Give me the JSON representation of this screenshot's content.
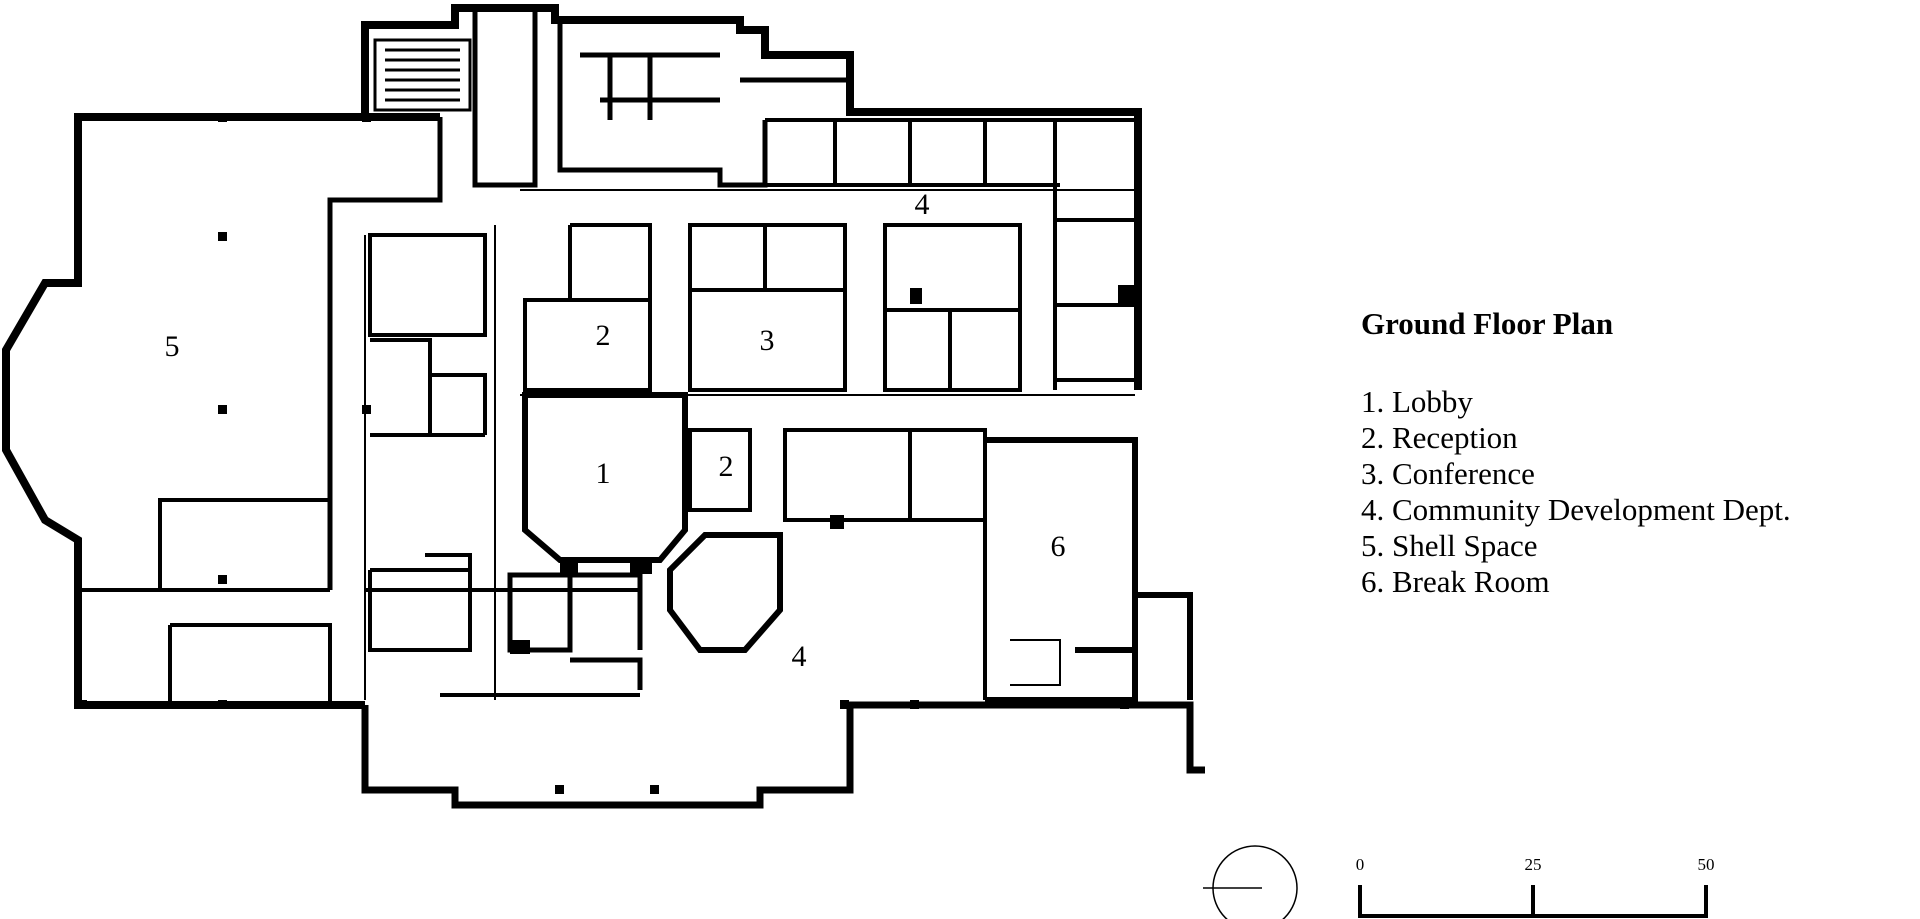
{
  "legend": {
    "title": "Ground Floor Plan",
    "items": [
      "1. Lobby",
      "2. Reception",
      "3. Conference",
      "4. Community Development Dept.",
      "5. Shell Space",
      "6. Break Room"
    ]
  },
  "room_labels": {
    "lobby": "1",
    "reception_a": "2",
    "reception_b": "2",
    "conference": "3",
    "community_dev_north": "4",
    "community_dev_south": "4",
    "shell_space": "5",
    "break_room": "6"
  },
  "scale_bar": {
    "ticks": [
      "0",
      "25",
      "50"
    ]
  },
  "colors": {
    "wall": "#000000",
    "background": "#ffffff"
  }
}
